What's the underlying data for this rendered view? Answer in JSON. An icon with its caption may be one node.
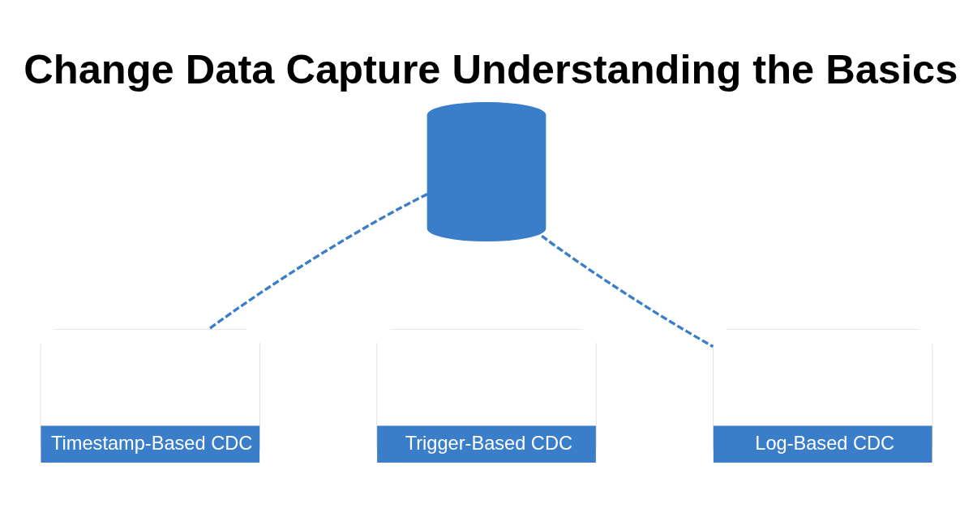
{
  "diagram": {
    "title": "Change Data Capture Understanding the Basics",
    "nodes": [
      {
        "text": [],
        "shape": "cylinder"
      },
      {
        "text": [
          "Timestamp-Based CDC"
        ]
      },
      {
        "text": [
          "Trigger-Based CDC"
        ]
      },
      {
        "text": [
          "Log-Based CDC"
        ]
      }
    ],
    "edges": [
      {
        "from": 0,
        "to": 1,
        "arrow": "none",
        "style": "dashed"
      },
      {
        "from": 0,
        "to": 3,
        "arrow": "none",
        "style": "dashed"
      }
    ]
  }
}
